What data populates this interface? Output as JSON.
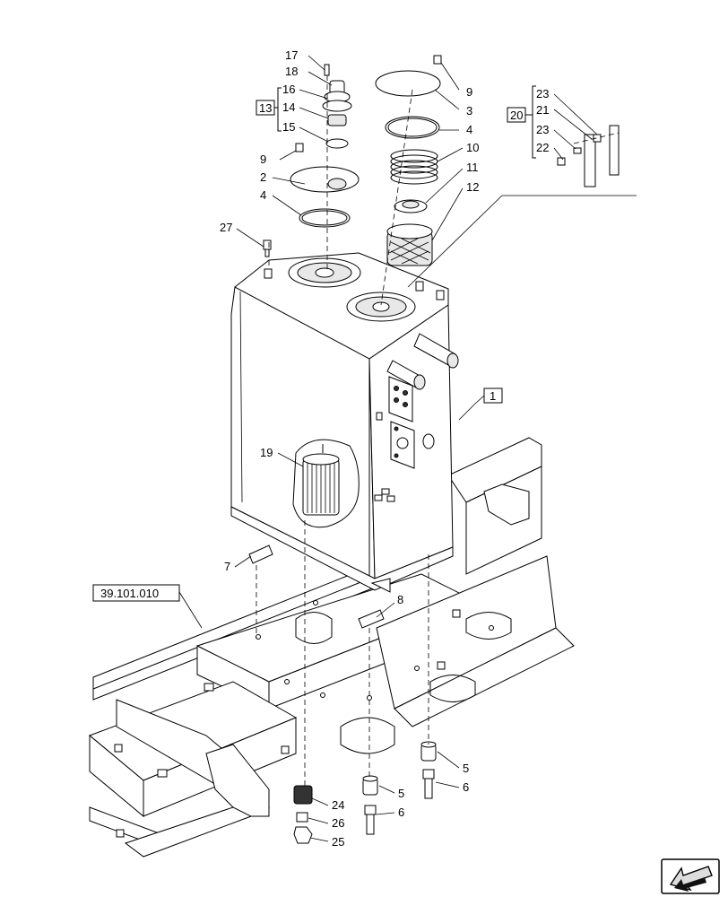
{
  "callouts": [
    {
      "id": "c17",
      "text": "17"
    },
    {
      "id": "c18",
      "text": "18"
    },
    {
      "id": "c16",
      "text": "16"
    },
    {
      "id": "c14",
      "text": "14"
    },
    {
      "id": "c15",
      "text": "15"
    },
    {
      "id": "c13",
      "text": "13"
    },
    {
      "id": "c9a",
      "text": "9"
    },
    {
      "id": "c2",
      "text": "2"
    },
    {
      "id": "c4a",
      "text": "4"
    },
    {
      "id": "c27",
      "text": "27"
    },
    {
      "id": "c9b",
      "text": "9"
    },
    {
      "id": "c3",
      "text": "3"
    },
    {
      "id": "c4b",
      "text": "4"
    },
    {
      "id": "c10",
      "text": "10"
    },
    {
      "id": "c11",
      "text": "11"
    },
    {
      "id": "c12",
      "text": "12"
    },
    {
      "id": "c20",
      "text": "20"
    },
    {
      "id": "c23a",
      "text": "23"
    },
    {
      "id": "c21",
      "text": "21"
    },
    {
      "id": "c23b",
      "text": "23"
    },
    {
      "id": "c22",
      "text": "22"
    },
    {
      "id": "c1",
      "text": "1"
    },
    {
      "id": "c19",
      "text": "19"
    },
    {
      "id": "c7",
      "text": "7"
    },
    {
      "id": "c8",
      "text": "8"
    },
    {
      "id": "c5a",
      "text": "5"
    },
    {
      "id": "c6a",
      "text": "6"
    },
    {
      "id": "c5b",
      "text": "5"
    },
    {
      "id": "c6b",
      "text": "6"
    },
    {
      "id": "c24",
      "text": "24"
    },
    {
      "id": "c26",
      "text": "26"
    },
    {
      "id": "c25",
      "text": "25"
    }
  ],
  "reference": {
    "text": "39.101.010"
  },
  "icons": {
    "nav": "arrow-back-icon"
  }
}
